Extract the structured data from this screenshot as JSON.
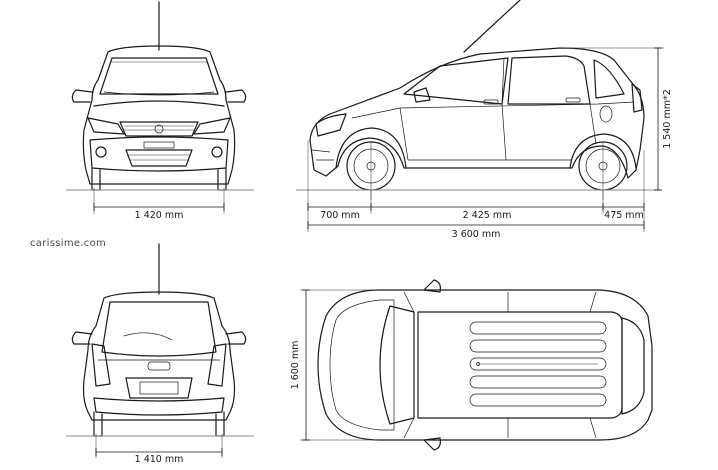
{
  "watermark": "carissime.com",
  "dimensions": {
    "front_track": "1 420 mm",
    "front_overhang": "700 mm",
    "wheelbase": "2 425 mm",
    "rear_overhang": "475 mm",
    "overall_length": "3 600 mm",
    "height": "1 540 mm*2",
    "width": "1 600 mm",
    "rear_track": "1 410 mm"
  }
}
